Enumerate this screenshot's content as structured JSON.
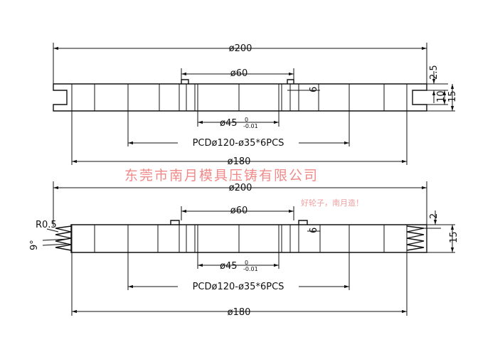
{
  "watermark": {
    "company": "东莞市南月模具压铸有限公司",
    "slogan": "好轮子，南月造！"
  },
  "top_view": {
    "dia_outer": "ø200",
    "dia_hub": "ø60",
    "dia_bore_base": "ø45",
    "dia_bore_tol_upper": "0",
    "dia_bore_tol_lower": "-0.01",
    "pcd": "PCDø120-ø35*6PCS",
    "dia_rim": "ø180",
    "groove_depth": "2.5",
    "groove_width": "10",
    "rim_height": "15",
    "pocket": "6"
  },
  "bottom_view": {
    "dia_outer": "ø200",
    "dia_hub": "ø60",
    "dia_bore_base": "ø45",
    "dia_bore_tol_upper": "0",
    "dia_bore_tol_lower": "-0.01",
    "pcd": "PCDø120-ø35*6PCS",
    "dia_rim": "ø180",
    "groove_radius": "R0.5",
    "groove_angle": "9°",
    "groove_depth": "2",
    "rim_height": "15",
    "pocket": "6"
  }
}
